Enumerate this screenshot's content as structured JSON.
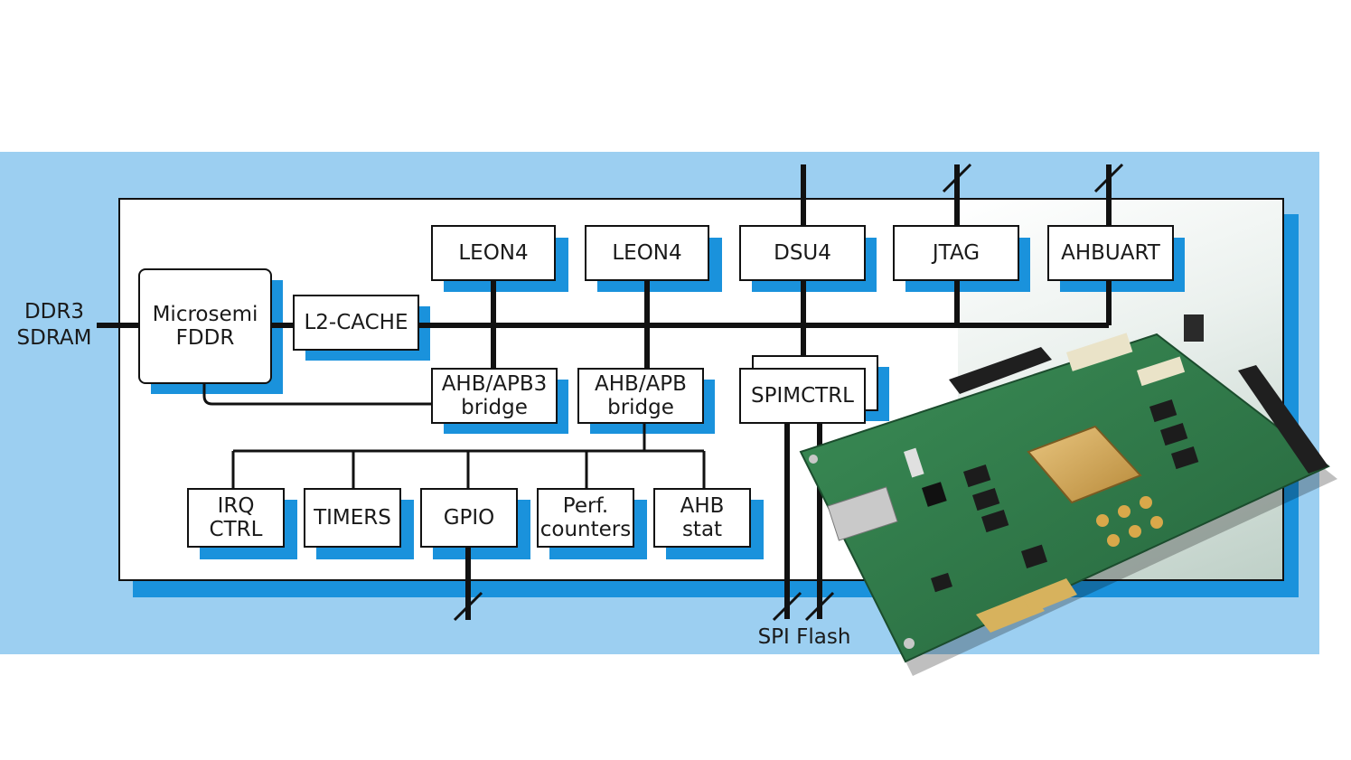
{
  "diagram": {
    "external": {
      "ddr3": "DDR3\nSDRAM",
      "spi_flash": "SPI Flash"
    },
    "blocks": {
      "leon4_a": "LEON4",
      "leon4_b": "LEON4",
      "dsu4": "DSU4",
      "jtag": "JTAG",
      "ahbuart": "AHBUART",
      "fddr": "Microsemi\nFDDR",
      "l2cache": "L2-CACHE",
      "ahbapb3": "AHB/APB3\nbridge",
      "ahbapb": "AHB/APB\nbridge",
      "spimctrl": "SPIMCTRL",
      "irqctrl": "IRQ\nCTRL",
      "timers": "TIMERS",
      "gpio": "GPIO",
      "perf": "Perf.\ncounters",
      "ahbstat": "AHB\nstat"
    },
    "colors": {
      "band": "#9ccff1",
      "shadow": "#1a92dc",
      "line": "#111111",
      "pcb": "#2f7a4a"
    },
    "board_icon": "fpga-development-board"
  }
}
